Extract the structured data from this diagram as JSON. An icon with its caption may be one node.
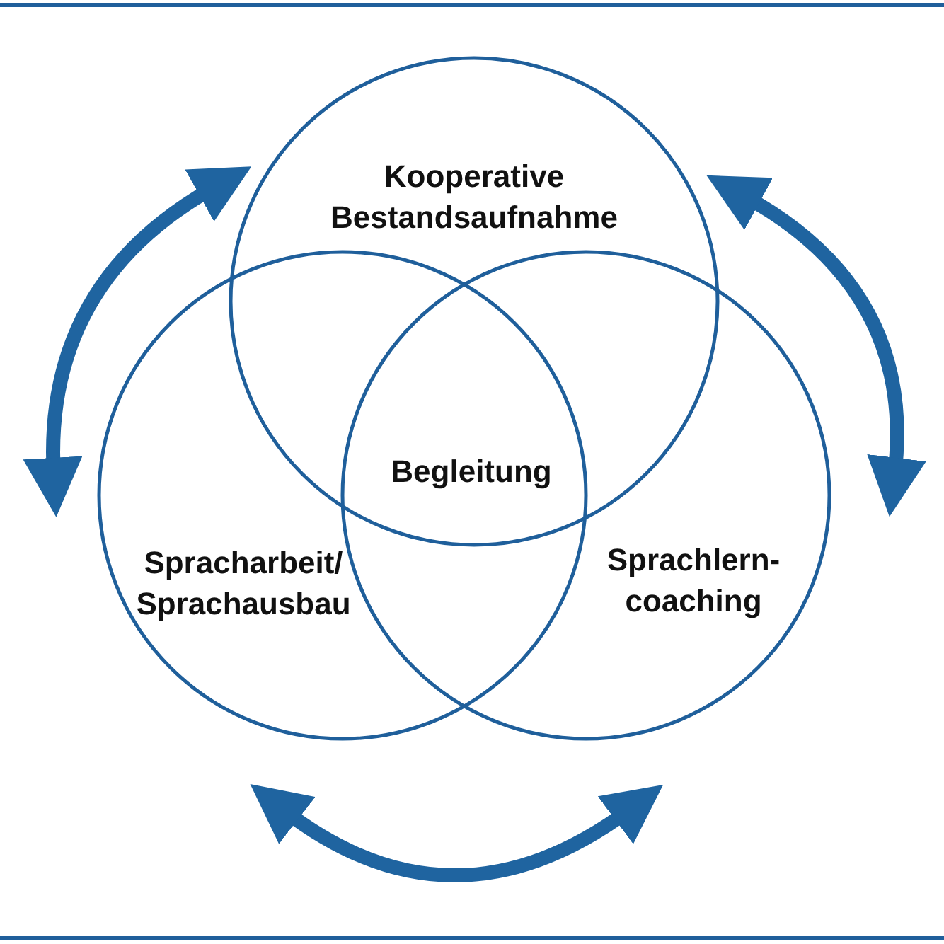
{
  "diagram": {
    "nodes": [
      {
        "text": [
          "Kooperative Bestandsaufnahme"
        ]
      },
      {
        "text": [
          "Spracharbeit/ Sprachausbau"
        ]
      },
      {
        "text": [
          "Sprachlern- coaching"
        ]
      }
    ],
    "edges": [
      {
        "from": 0,
        "to": 1,
        "arrow": "both"
      },
      {
        "from": 0,
        "to": 2,
        "arrow": "both"
      },
      {
        "from": 1,
        "to": 2,
        "arrow": "both"
      }
    ],
    "labels": [
      "Begleitung"
    ]
  }
}
